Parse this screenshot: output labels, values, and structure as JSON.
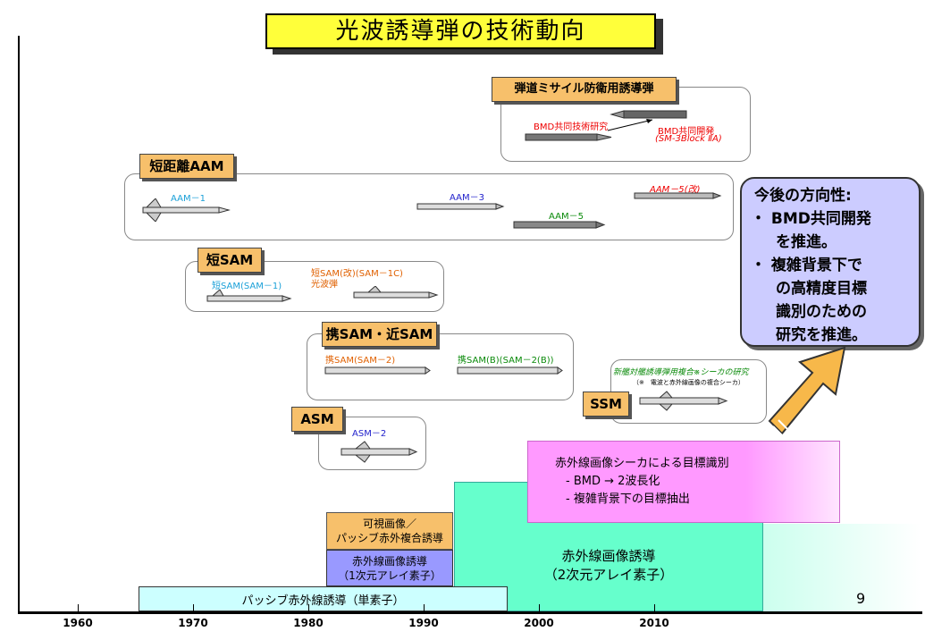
{
  "title": "光波誘導弾の技術動向",
  "page_number": "9",
  "colors": {
    "title_bg": "#ffff3a",
    "tag_bg": "#f7c06b",
    "blue_box": "#ccccff",
    "pink": "#ff99ff",
    "cyan": "#66ffcc",
    "pale_cyan": "#ccffff"
  },
  "groups": {
    "bmd": {
      "tag": "弾道ミサイル防衛用誘導弾",
      "research": "BMD共同技術研究",
      "dev_1": "BMD共同開発",
      "dev_2": "(SM-3Block ⅡA)"
    },
    "aam": {
      "tag": "短距離AAM",
      "aam1": "AAM－1",
      "aam3": "AAM－3",
      "aam5": "AAM－5",
      "aam5kai": "AAM－5(改)"
    },
    "ssam": {
      "tag": "短SAM",
      "item1": "短SAM(SAM－1)",
      "item2": "短SAM(改)(SAM－1C)",
      "item2_sub": "光波弾"
    },
    "keisam": {
      "tag": "携SAM・近SAM",
      "item1": "携SAM(SAM－2)",
      "item2": "携SAM(B)(SAM－2(B))"
    },
    "asm": {
      "tag": "ASM",
      "item1": "ASM－2"
    },
    "ssm": {
      "tag": "SSM",
      "note_title": "新艦対艦誘導弾用複合※シーカの研究",
      "note_sub": "（※　電波と赤外線画像の複合シーカ）"
    }
  },
  "direction": {
    "title": "今後の方向性:",
    "b1_l1": "・ BMD共同開発",
    "b1_l2": "を推進。",
    "b2_l1": "・ 複雑背景下で",
    "b2_l2": "の高精度目標",
    "b2_l3": "識別のための",
    "b2_l4": "研究を推進。"
  },
  "eras": {
    "passive": "パッシブ赤外線誘導（単素子）",
    "ir1d_l1": "赤外線画像誘導",
    "ir1d_l2": "（1次元アレイ素子）",
    "visible_l1": "可視画像／",
    "visible_l2": "パッシブ赤外複合誘導",
    "ir2d_l1": "赤外線画像誘導",
    "ir2d_l2": "（2次元アレイ素子）",
    "target_l1": "赤外線画像シーカによる目標識別",
    "target_l2": "- BMD → 2波長化",
    "target_l3": "- 複雑背景下の目標抽出"
  },
  "axis": {
    "years": [
      "1960",
      "1970",
      "1980",
      "1990",
      "2000",
      "2010"
    ]
  }
}
